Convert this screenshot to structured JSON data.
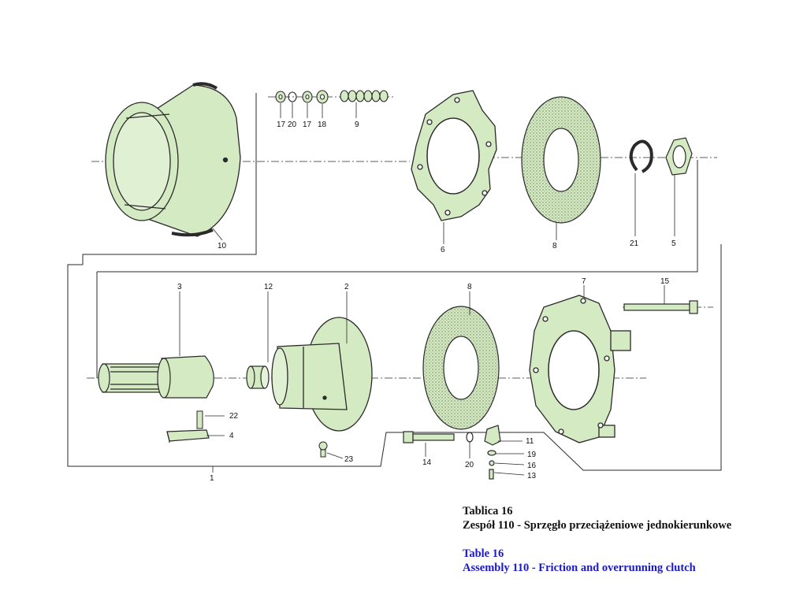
{
  "captions": {
    "polish": {
      "table": "Tablica 16",
      "title": "Zespół 110 - Sprzęgło przeciążeniowe jednokierunkowe"
    },
    "english": {
      "table": "Table 16",
      "title": "Assembly 110 - Friction and overrunning clutch"
    }
  },
  "callouts": {
    "c17a": "17",
    "c20a": "20",
    "c17b": "17",
    "c18": "18",
    "c9": "9",
    "c10": "10",
    "c6": "6",
    "c8a": "8",
    "c21": "21",
    "c5": "5",
    "c3": "3",
    "c12": "12",
    "c2": "2",
    "c8b": "8",
    "c7": "7",
    "c15": "15",
    "c22": "22",
    "c4": "4",
    "c23": "23",
    "c14": "14",
    "c20b": "20",
    "c11": "11",
    "c19": "19",
    "c16": "16",
    "c13": "13",
    "c1": "1"
  },
  "colors": {
    "part_fill": "#d4eac2",
    "outline": "#2a2a2a",
    "caption_polish": "#111111",
    "caption_english": "#1a1ac8"
  }
}
